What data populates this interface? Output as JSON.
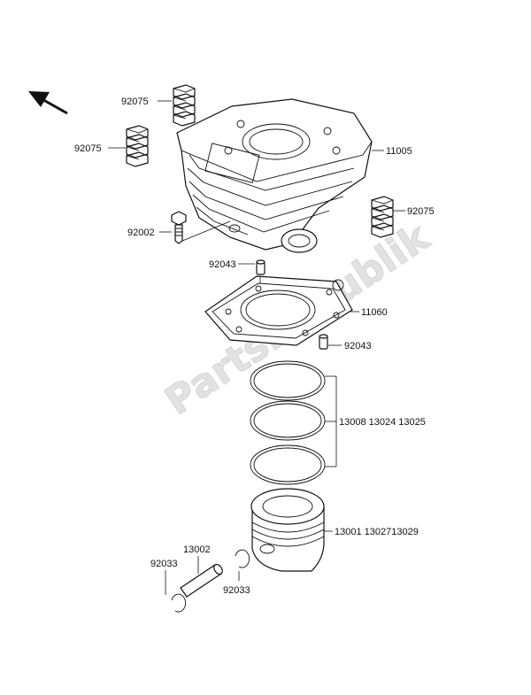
{
  "watermark": "PartsRepublik",
  "labels": {
    "cap_left_top": "92075",
    "cap_left": "92075",
    "cylinder": "11005",
    "cap_right": "92075",
    "bolt": "92002",
    "dowel_top": "92043",
    "gasket": "11060",
    "dowel_bottom": "92043",
    "rings": "13008 13024 13025",
    "piston": "13001 1302713029",
    "pin": "13002",
    "clip_left": "92033",
    "clip_right": "92033"
  },
  "icons": {
    "direction": "arrow-icon"
  }
}
